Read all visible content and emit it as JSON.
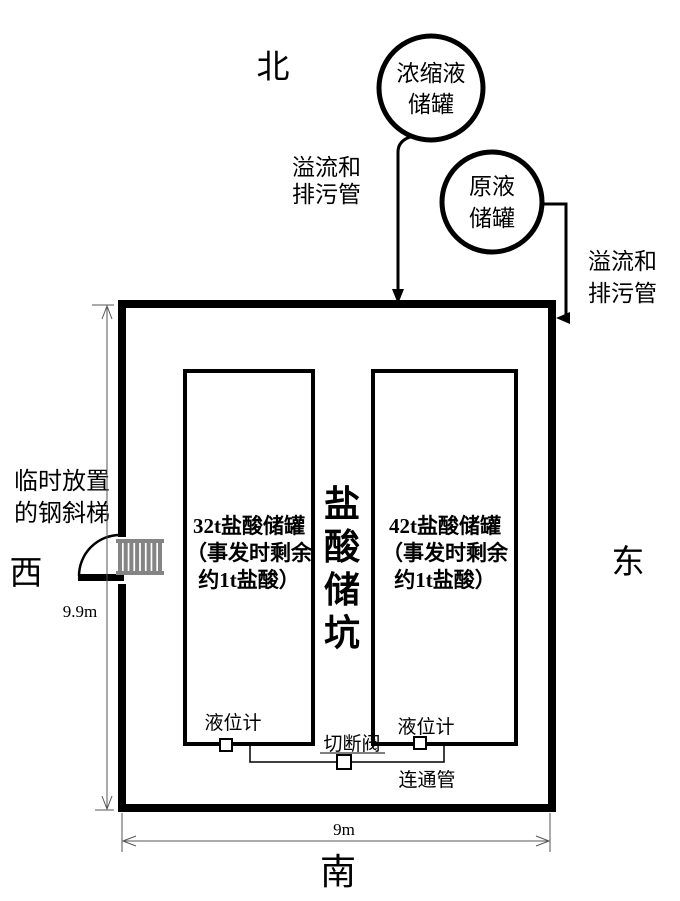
{
  "compass": {
    "north": "北",
    "south": "南",
    "west": "西",
    "east": "东"
  },
  "top_tanks": {
    "concentrate": {
      "line1": "浓缩液",
      "line2": "储罐"
    },
    "raw": {
      "line1": "原液",
      "line2": "储罐"
    }
  },
  "pipes": {
    "overflow_left": {
      "line1": "溢流和",
      "line2": "排污管"
    },
    "overflow_right": {
      "line1": "溢流和",
      "line2": "排污管"
    },
    "cutoff_valve": "切断阀",
    "connecting_pipe": "连通管"
  },
  "pit": {
    "title_chars": [
      "盐",
      "酸",
      "储",
      "坑"
    ],
    "left_tank": {
      "line1": "32t盐酸储罐",
      "line2": "（事发时剩余",
      "line3": "约1t盐酸）"
    },
    "right_tank": {
      "line1": "42t盐酸储罐",
      "line2": "（事发时剩余",
      "line3": "约1t盐酸）"
    },
    "left_level_gauge": "液位计",
    "right_level_gauge": "液位计"
  },
  "ladder": {
    "line1": "临时放置",
    "line2": "的钢斜梯"
  },
  "dimensions": {
    "height": "9.9m",
    "width": "9m"
  },
  "colors": {
    "line": "#000000",
    "ladder_gray": "#848484",
    "dim_line": "#555555",
    "background": "#ffffff"
  }
}
